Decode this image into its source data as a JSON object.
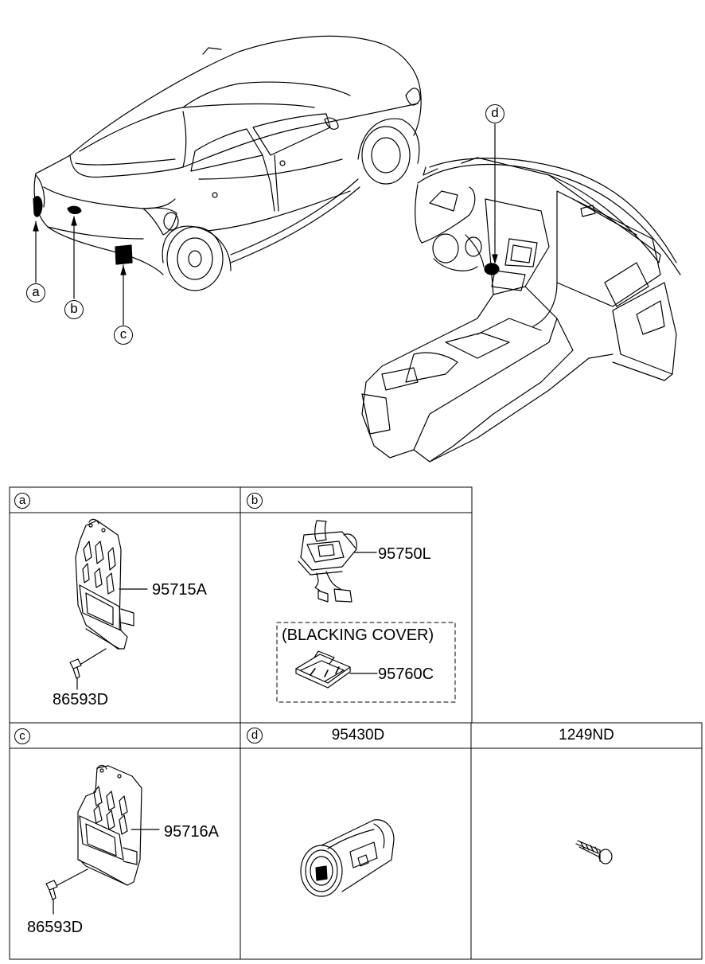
{
  "callouts": {
    "a": "a",
    "b": "b",
    "c": "c",
    "d": "d"
  },
  "sections": {
    "a": {
      "tag": "a",
      "part": "95715A",
      "bolt": "86593D"
    },
    "b": {
      "tag": "b",
      "part": "95750L",
      "cover_title": "(BLACKING COVER)",
      "cover_part": "95760C"
    },
    "c": {
      "tag": "c",
      "part": "95716A",
      "bolt": "86593D"
    },
    "d": {
      "tag": "d",
      "header_part": "95430D"
    },
    "e": {
      "header_part": "1249ND"
    }
  }
}
